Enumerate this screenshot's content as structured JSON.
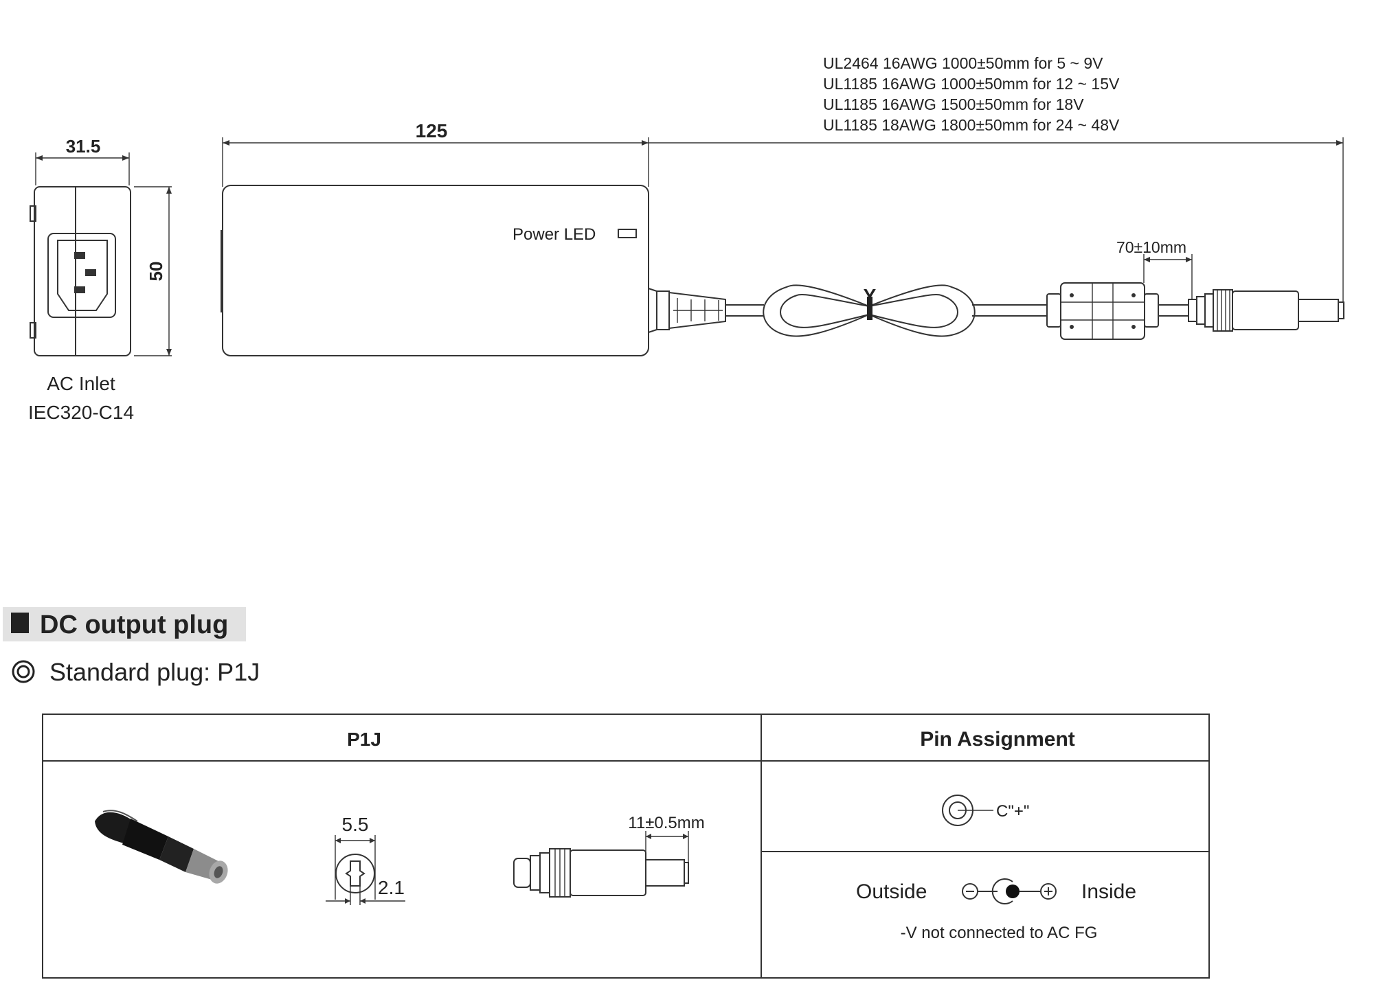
{
  "dims": {
    "width": "31.5",
    "height": "50",
    "length": "125",
    "plug_gap": "70±10mm"
  },
  "cable_specs": [
    "UL2464 16AWG 1000±50mm for 5 ~ 9V",
    "UL1185 16AWG 1000±50mm for 12 ~ 15V",
    "UL1185 16AWG 1500±50mm for 18V",
    "UL1185 18AWG 1800±50mm for 24 ~ 48V"
  ],
  "labels": {
    "power_led": "Power  LED",
    "inlet_line1": "AC Inlet",
    "inlet_line2": "IEC320-C14",
    "cable_mark": "Y"
  },
  "section": {
    "title": "DC output plug",
    "subtitle": "Standard plug: P1J",
    "subtitle_icon": "double-circle-icon",
    "title_icon": "filled-square-icon"
  },
  "table": {
    "col1_header": "P1J",
    "col2_header": "Pin  Assignment",
    "plug_outer": "5.5",
    "plug_inner": "2.1",
    "plug_length": "11±0.5mm",
    "center_label": "C\"+\"",
    "outside": "Outside",
    "inside": "Inside",
    "note": "-V not connected to AC FG"
  }
}
